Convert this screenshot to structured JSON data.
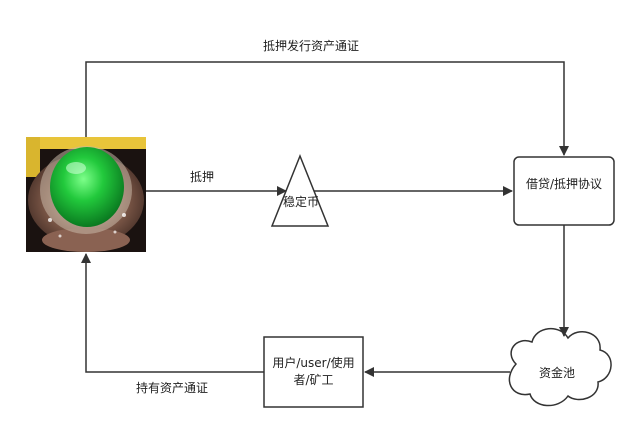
{
  "nodes": {
    "jade": {
      "image": "jade-ring-photo"
    },
    "stablecoin": {
      "label": "稳定币"
    },
    "agreement": {
      "label": "借贷/抵押协议"
    },
    "pool": {
      "label": "资金池"
    },
    "user": {
      "label": "用户/user/使用者/矿工"
    }
  },
  "edges": {
    "jade_to_agreement": {
      "label": "抵押发行资产通证"
    },
    "jade_to_stablecoin": {
      "label": "抵押"
    },
    "stablecoin_to_agreement": {
      "label": ""
    },
    "agreement_to_pool": {
      "label": ""
    },
    "pool_to_user": {
      "label": ""
    },
    "user_to_jade": {
      "label": "持有资产通证"
    }
  },
  "colors": {
    "stroke": "#333333",
    "text": "#222222",
    "jade_green": "#1fbf3a",
    "metal_brown": "#6b4a3a"
  }
}
